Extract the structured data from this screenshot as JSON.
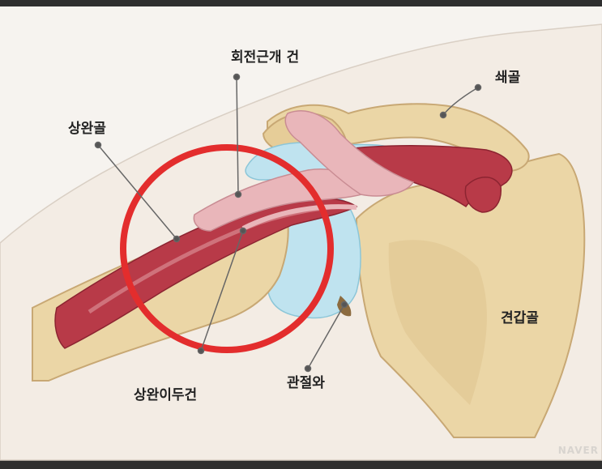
{
  "labels": {
    "rotator_cuff_tendon": "회전근개 건",
    "clavicle": "쇄골",
    "humerus": "상완골",
    "scapula": "견갑골",
    "glenoid": "관절와",
    "biceps_tendon": "상완이두건"
  },
  "watermark": "NAVER",
  "colors": {
    "background": "#f6f3ef",
    "frame": "#2f2f2f",
    "bone": "#ebd6a6",
    "bone_shade": "#d4b57e",
    "muscle": "#b83a48",
    "muscle_light": "#d98a92",
    "tendon_pink": "#e9b6ba",
    "cartilage": "#bfe3ef",
    "highlight_circle": "#e32d2d",
    "leader_line": "#666666"
  }
}
